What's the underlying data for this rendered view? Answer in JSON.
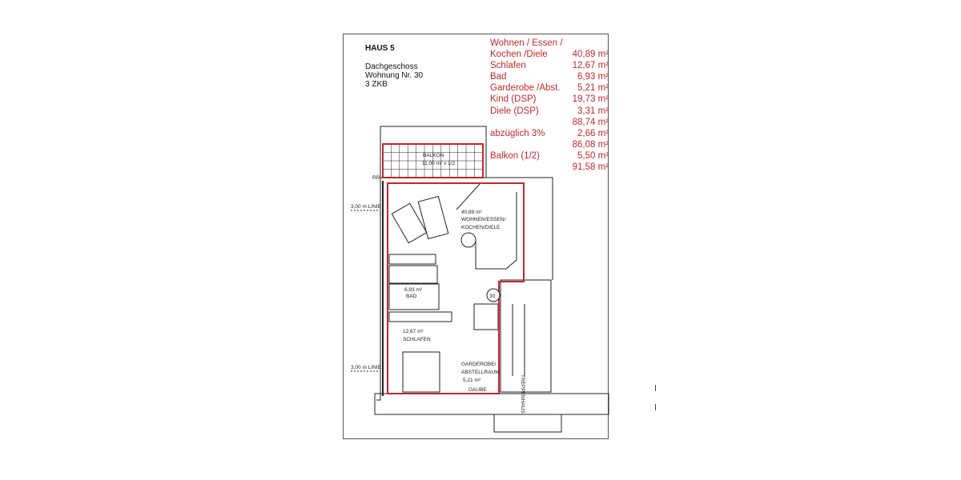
{
  "header": {
    "house": "HAUS  5",
    "floor": "Dachgeschoss",
    "unit": "Wohnung Nr. 30",
    "type": "3 ZKB"
  },
  "areas": [
    {
      "label": "Wohnen / Essen /",
      "value": ""
    },
    {
      "label": "Kochen /Diele",
      "value": "40,89 m²"
    },
    {
      "label": "Schlafen",
      "value": "12,67 m²"
    },
    {
      "label": "Bad",
      "value": "6,93 m²"
    },
    {
      "label": "Garderobe /Abst.",
      "value": "5,21 m²"
    },
    {
      "label": "Kind (DSP)",
      "value": "19,73 m²"
    },
    {
      "label": "Diele (DSP)",
      "value": "3,31 m²"
    },
    {
      "label": "",
      "value": "88,74 m²"
    },
    {
      "label": "abzüglich 3%",
      "value": "2,66 m²"
    },
    {
      "label": "",
      "value": "86,08 m²"
    },
    {
      "label": "Balkon (1/2)",
      "value": "5,50 m²"
    },
    {
      "label": "",
      "value": "91,58 m²"
    }
  ],
  "plan": {
    "balkon": "BALKON",
    "balkon_area": "11,00 m² x 1/2",
    "wohnen_area": "40,89 m²",
    "wohnen": "WOHNEN/ESSEN/",
    "wohnen2": "KOCHEN/DIELE",
    "bad_area": "6,93 m²",
    "bad": "BAD",
    "schlafen_area": "12,67 m²",
    "schlafen": "SCHLAFEN",
    "garderobe": "GARDEROBE/",
    "garderobe2": "ABSTELLRAUM",
    "garderobe_area": "5,21 m²",
    "gaube": "GAUBE",
    "treppenhaus": "TREPPENHAUS",
    "unit_no": "30",
    "line1": "3,00 m LINIE",
    "line2": "3,00 m LINIE",
    "rr": "RR"
  },
  "colors": {
    "highlight": "#c0282d",
    "lines": "#222222"
  }
}
